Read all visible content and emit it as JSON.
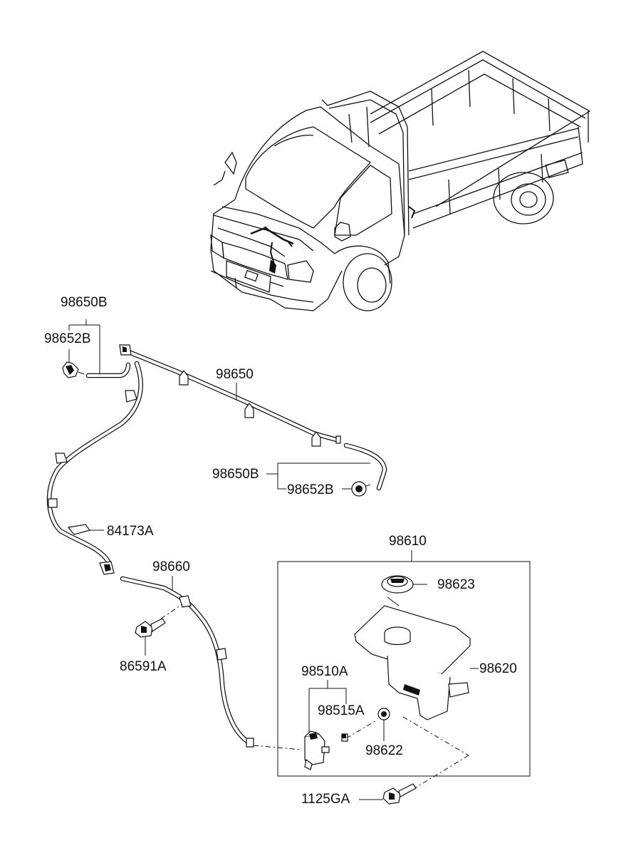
{
  "diagram": {
    "labels": {
      "hose_assy_upper": "98650B",
      "nozzle_upper": "98652B",
      "hose_main": "98650",
      "hose_assy_lower": "98650B",
      "nozzle_lower": "98652B",
      "clip": "84173A",
      "hose_rear": "98660",
      "bolt_hose": "86591A",
      "reservoir_assy": "98610",
      "cap": "98623",
      "reservoir": "98620",
      "pump_assy": "98510A",
      "pump_seal": "98515A",
      "grommet": "98622",
      "bolt_tank": "1125GA"
    }
  }
}
